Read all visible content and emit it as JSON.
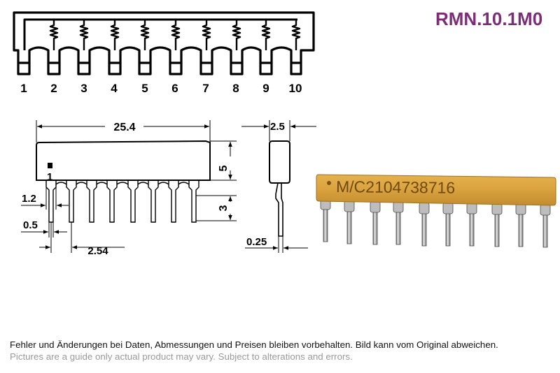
{
  "header": {
    "part_number": "RMN.10.1M0"
  },
  "schematic": {
    "pin_labels": [
      "1",
      "2",
      "3",
      "4",
      "5",
      "6",
      "7",
      "8",
      "9",
      "10"
    ]
  },
  "drawing": {
    "dim_length": "25.4",
    "dim_thickness": "2.5",
    "dim_body_height": "5",
    "dim_pin_length": "3",
    "dim_pin_width": "1.2",
    "dim_pin_thickness": "0.5",
    "dim_pitch": "2.54",
    "dim_pin_lead": "0.25",
    "pin1_label": "1"
  },
  "photo": {
    "marking": "M/C2104738716"
  },
  "footer": {
    "disclaimer_de": "Fehler und Änderungen bei Daten, Abmessungen und Preisen bleiben vorbehalten. Bild kann vom Original abweichen.",
    "disclaimer_en": "Pictures are a guide only actual product may vary. Subject to alterations and errors."
  }
}
